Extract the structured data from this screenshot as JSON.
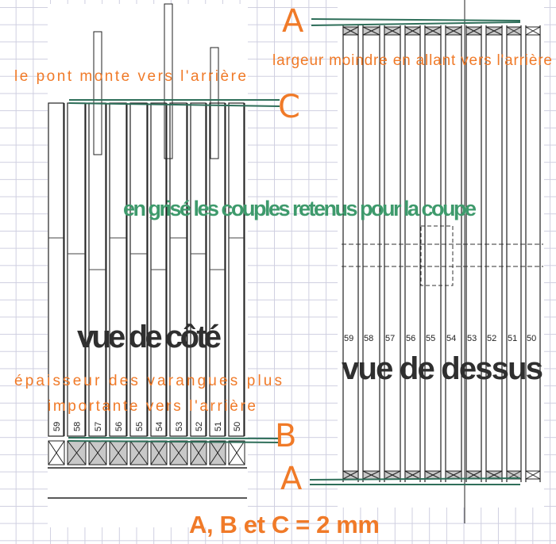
{
  "annotations": {
    "pont": "le pont monte vers l'arrière",
    "largeur": "largeur moindre en allant vers l'arrière",
    "grise": "en grisé les couples retenus pour la coupe",
    "epaisseur_1": "épaisseur des varangues plus",
    "epaisseur_2": "importante vers l'arrière",
    "dimensions": "A, B et C = 2 mm"
  },
  "view_labels": {
    "side": "vue de côté",
    "top": "vue de dessus"
  },
  "markers": {
    "a_top": "A",
    "c": "C",
    "b": "B",
    "a_bottom": "A"
  },
  "frame_numbers": [
    "59",
    "58",
    "57",
    "56",
    "55",
    "54",
    "53",
    "52",
    "51",
    "50"
  ],
  "colors": {
    "annotation": "#f07a28",
    "caption": "#3e9a6c",
    "reference_line": "#2f6f5a",
    "grid": "#cfcfe0",
    "shaded_frame": "#c8c8c8"
  }
}
